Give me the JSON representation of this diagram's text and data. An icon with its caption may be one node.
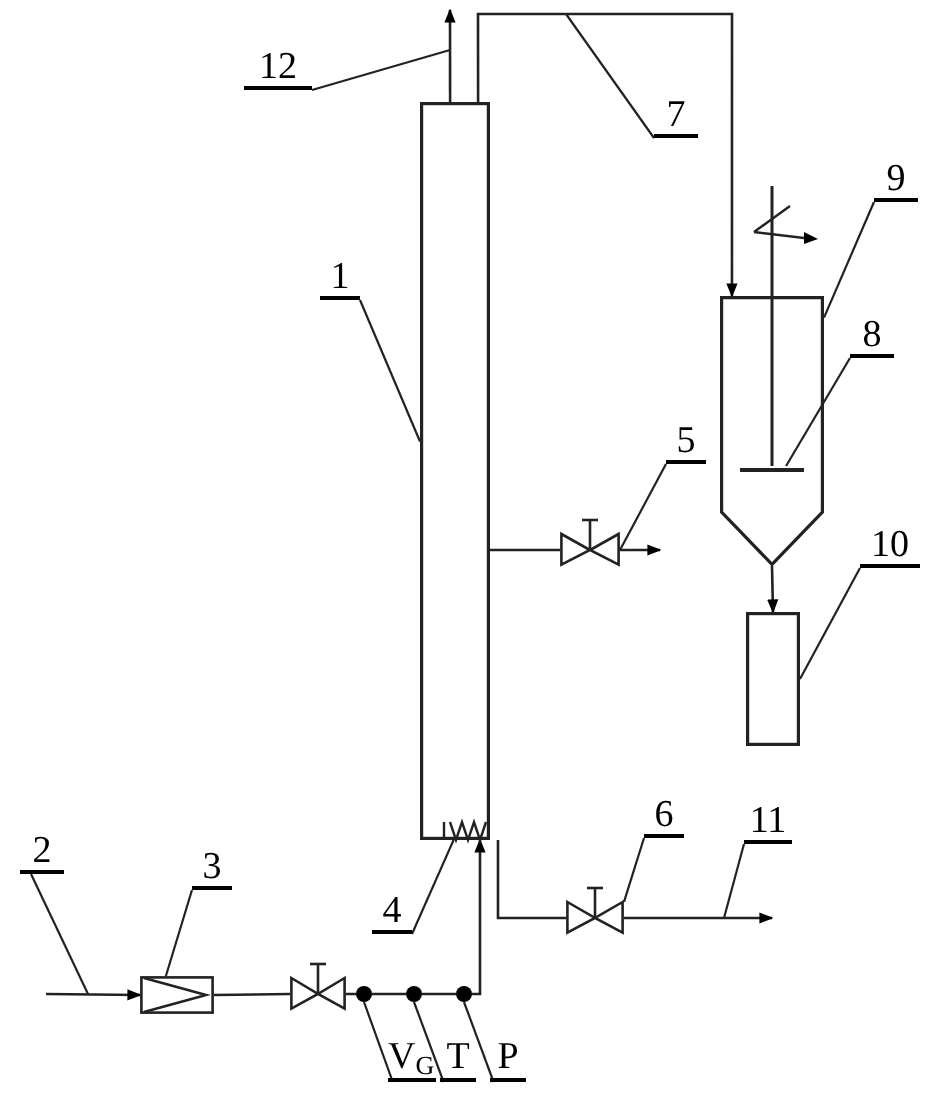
{
  "diagram": {
    "nodes": [
      {
        "text": [
          "12"
        ]
      },
      {
        "text": [
          "7"
        ]
      },
      {
        "text": [
          "1"
        ]
      },
      {
        "text": [],
        "shape": "box"
      },
      {
        "text": [],
        "shape": "comb",
        "in": 3
      },
      {
        "text": [
          "9"
        ]
      },
      {
        "text": [
          "8"
        ]
      },
      {
        "text": [],
        "shape": "tank"
      },
      {
        "text": [],
        "shape": "bar",
        "in": 7
      },
      {
        "text": [
          "5"
        ]
      },
      {
        "text": [],
        "shape": "valve"
      },
      {
        "text": [
          "10"
        ]
      },
      {
        "text": [],
        "shape": "box"
      },
      {
        "text": [
          "2"
        ]
      },
      {
        "text": [
          "3"
        ]
      },
      {
        "text": [],
        "shape": "flowmeter"
      },
      {
        "text": [],
        "shape": "valve"
      },
      {
        "text": [],
        "shape": "circle"
      },
      {
        "text": [],
        "shape": "circle"
      },
      {
        "text": [],
        "shape": "circle"
      },
      {
        "text": [
          "4"
        ]
      },
      {
        "text": [
          "6"
        ]
      },
      {
        "text": [],
        "shape": "valve"
      },
      {
        "text": [
          "11"
        ]
      },
      {
        "text": [
          "V$_{G}$"
        ]
      },
      {
        "text": [
          "T"
        ]
      },
      {
        "text": [
          "P"
        ]
      }
    ],
    "edges": [
      {
        "from": 0,
        "to": null,
        "arrow": "none"
      },
      {
        "from": 1,
        "to": null,
        "arrow": "none"
      },
      {
        "from": 2,
        "to": 3,
        "arrow": "none"
      },
      {
        "from": 5,
        "to": 7,
        "arrow": "none"
      },
      {
        "from": 6,
        "to": 8,
        "arrow": "none"
      },
      {
        "from": 9,
        "to": 10,
        "arrow": "none"
      },
      {
        "from": 11,
        "to": 12,
        "arrow": "none"
      },
      {
        "from": 13,
        "to": null,
        "arrow": "none"
      },
      {
        "from": 14,
        "to": 15,
        "arrow": "none"
      },
      {
        "from": 20,
        "to": 4,
        "arrow": "none"
      },
      {
        "from": 21,
        "to": 22,
        "arrow": "none"
      },
      {
        "from": 23,
        "to": null,
        "arrow": "none"
      },
      {
        "from": 24,
        "to": 17,
        "arrow": "none"
      },
      {
        "from": 25,
        "to": 18,
        "arrow": "none"
      },
      {
        "from": 26,
        "to": 19,
        "arrow": "none"
      },
      {
        "from": null,
        "to": 15,
        "arrow": "to"
      },
      {
        "from": 15,
        "to": 16,
        "arrow": "none"
      },
      {
        "from": 16,
        "to": 17,
        "arrow": "none"
      },
      {
        "from": 17,
        "to": 18,
        "arrow": "none"
      },
      {
        "from": 18,
        "to": 19,
        "arrow": "none"
      },
      {
        "from": 19,
        "to": 3,
        "arrow": "to"
      },
      {
        "from": 3,
        "to": null,
        "arrow": "to"
      },
      {
        "from": 3,
        "to": 7,
        "arrow": "to"
      },
      {
        "from": 3,
        "to": 10,
        "arrow": "none"
      },
      {
        "from": 10,
        "to": null,
        "arrow": "to"
      },
      {
        "from": 3,
        "to": 22,
        "arrow": "none"
      },
      {
        "from": 22,
        "to": null,
        "arrow": "to"
      },
      {
        "from": 7,
        "to": 12,
        "arrow": "to"
      }
    ]
  }
}
